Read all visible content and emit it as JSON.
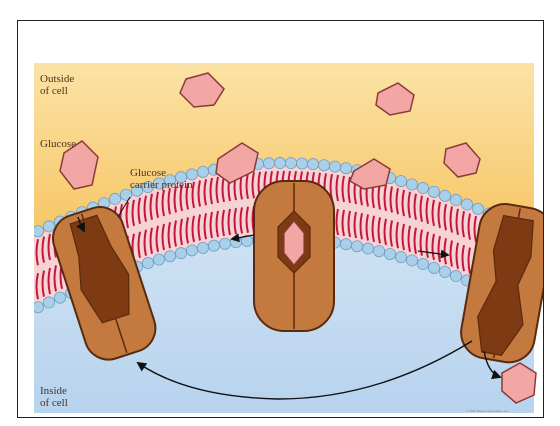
{
  "labels": {
    "outside": "Outside\nof cell",
    "inside": "Inside\nof cell",
    "glucose": "Glucose",
    "carrier": "Glucose\ncarrier protein",
    "copyright": "© 2001 Sinauer Associates, Inc."
  },
  "colors": {
    "outside_top": "#fbe3a6",
    "outside_bottom": "#f6c15c",
    "inside_top": "#d7e8f5",
    "inside_bottom": "#b7d3ee",
    "lipid_head": "#a9cfe9",
    "lipid_head_stroke": "#6f9fc8",
    "lipid_tail": "#c4153a",
    "membrane_core": "#f8d3d6",
    "protein": "#c47a3f",
    "protein_dark": "#7e3a12",
    "protein_stroke": "#5a2a0e",
    "glucose": "#f2a7a4",
    "glucose_stroke": "#8b3a3a"
  },
  "icons": [
    "glucose-molecule",
    "carrier-protein",
    "phospholipid",
    "cycle-arrow"
  ]
}
